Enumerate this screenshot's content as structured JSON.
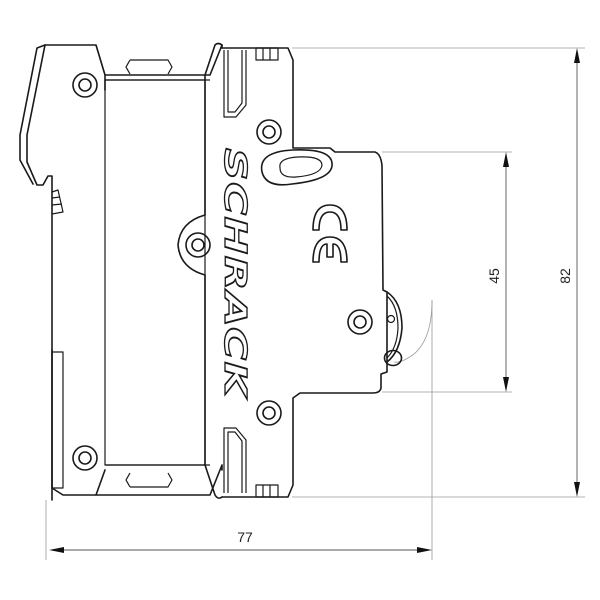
{
  "drawing": {
    "title": "SCHRACK circuit breaker side view dimension drawing",
    "brand_text": "SCHRACK",
    "marking": "CE",
    "colors": {
      "outline": "#1a1a1a",
      "dimension_line": "#9a9a9a",
      "background": "#ffffff"
    }
  },
  "dimensions": {
    "width": {
      "value": "77",
      "orientation": "horizontal"
    },
    "front_height": {
      "value": "45",
      "orientation": "vertical"
    },
    "total_height": {
      "value": "82",
      "orientation": "vertical"
    }
  }
}
